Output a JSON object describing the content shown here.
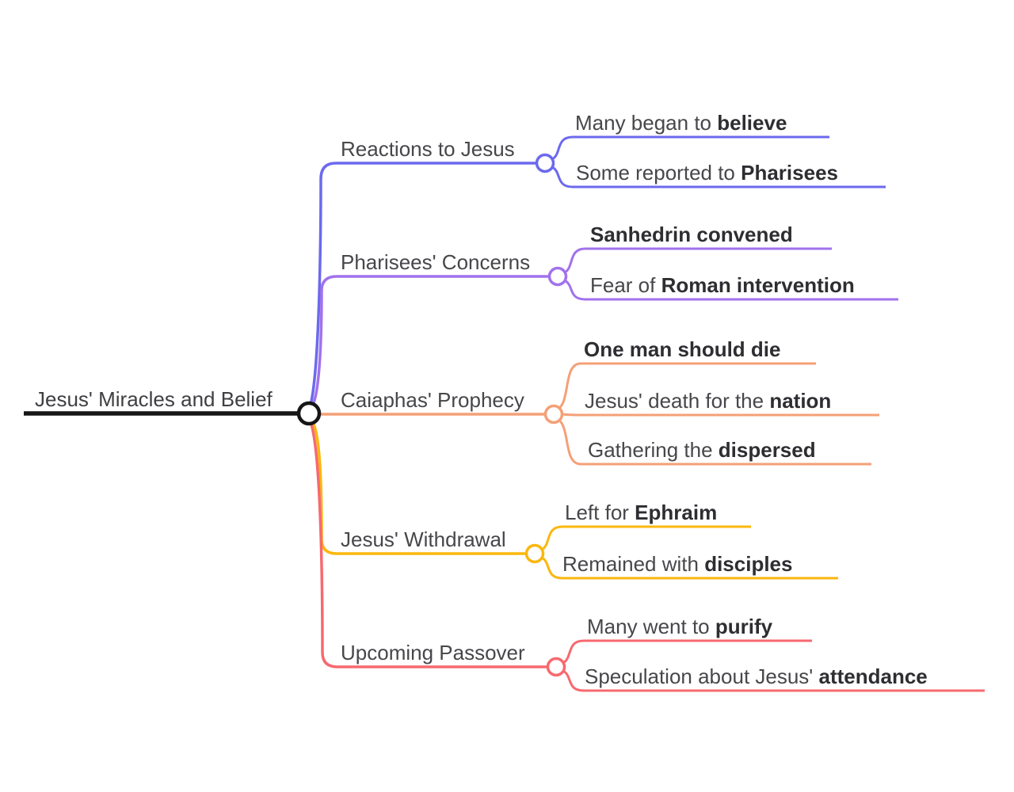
{
  "root": {
    "label": "Jesus' Miracles and Belief",
    "line_color": "#161616"
  },
  "branches": [
    {
      "label": "Reactions to Jesus",
      "color": "#6c69ee",
      "children": [
        {
          "pre": "Many began to ",
          "bold": "believe"
        },
        {
          "pre": "Some reported to ",
          "bold": "Pharisees"
        }
      ]
    },
    {
      "label": "Pharisees' Concerns",
      "color": "#a172ec",
      "children": [
        {
          "pre": "",
          "bold": "Sanhedrin convened"
        },
        {
          "pre": "Fear of ",
          "bold": "Roman intervention"
        }
      ]
    },
    {
      "label": "Caiaphas' Prophecy",
      "color": "#f5a077",
      "children": [
        {
          "pre": "",
          "bold": "One man should die"
        },
        {
          "pre": "Jesus' death for the ",
          "bold": "nation"
        },
        {
          "pre": "Gathering the ",
          "bold": "dispersed"
        }
      ]
    },
    {
      "label": "Jesus' Withdrawal",
      "color": "#fbb70d",
      "children": [
        {
          "pre": "Left for ",
          "bold": "Ephraim"
        },
        {
          "pre": "Remained with ",
          "bold": "disciples"
        }
      ]
    },
    {
      "label": "Upcoming Passover",
      "color": "#f7696f",
      "children": [
        {
          "pre": "Many went to ",
          "bold": "purify"
        },
        {
          "pre": "Speculation about Jesus' ",
          "bold": "attendance"
        }
      ]
    }
  ]
}
